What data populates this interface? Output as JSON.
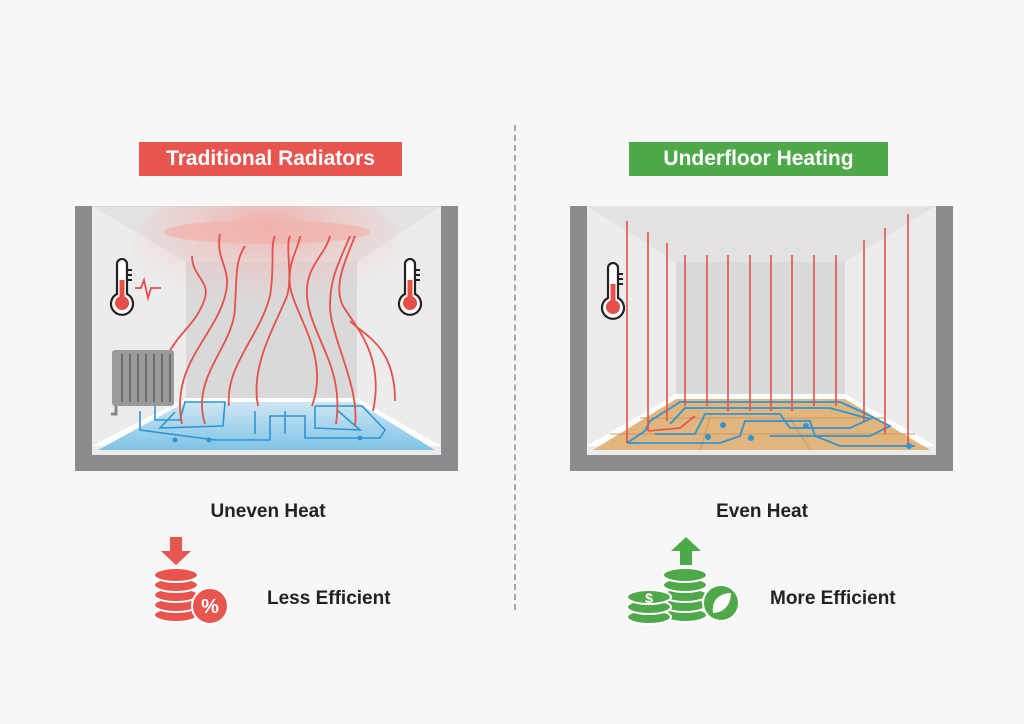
{
  "left": {
    "title": "Traditional Radiators",
    "heat_label": "Uneven Heat",
    "efficiency_label": "Less Efficient",
    "accent": "#e8554f"
  },
  "right": {
    "title": "Underfloor Heating",
    "heat_label": "Even Heat",
    "efficiency_label": "More Efficient",
    "accent": "#4fa84a"
  },
  "icons": {
    "left_coins": "coins-down-percent-icon",
    "right_coins": "coins-up-leaf-icon",
    "thermometer": "thermometer-icon",
    "radiator": "radiator-icon"
  }
}
